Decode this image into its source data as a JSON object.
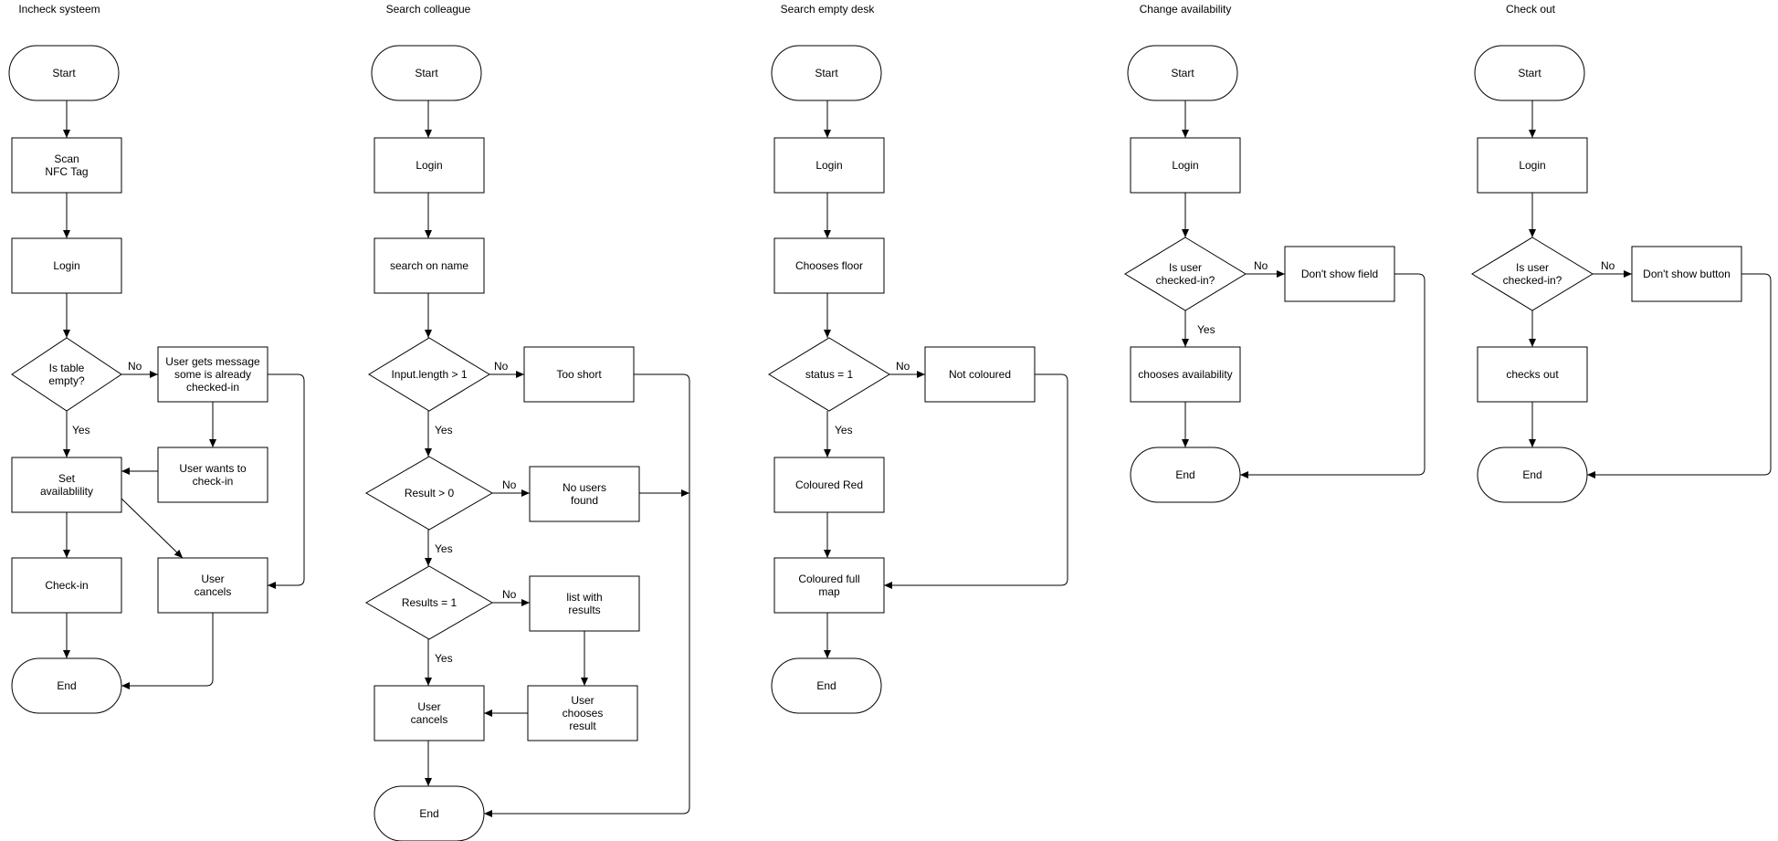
{
  "flowcharts": [
    {
      "title": "Incheck systeem",
      "nodes": {
        "start": [
          "Start"
        ],
        "scan": [
          "Scan",
          "NFC Tag"
        ],
        "login": [
          "Login"
        ],
        "table_empty": [
          "Is table",
          "empty?"
        ],
        "message": [
          "User gets message",
          "some is already",
          "checked-in"
        ],
        "wants": [
          "User wants to",
          "check-in"
        ],
        "set_avail": [
          "Set",
          "availablility"
        ],
        "checkin": [
          "Check-in"
        ],
        "cancels": [
          "User",
          "cancels"
        ],
        "end": [
          "End"
        ]
      },
      "edge_labels": {
        "no": "No",
        "yes": "Yes"
      }
    },
    {
      "title": "Search colleague",
      "nodes": {
        "start": [
          "Start"
        ],
        "login": [
          "Login"
        ],
        "search": [
          "search on name"
        ],
        "input_len": [
          "Input.length > 1"
        ],
        "too_short": [
          "Too short"
        ],
        "result_gt": [
          "Result > 0"
        ],
        "no_users": [
          "No users",
          "found"
        ],
        "results_eq": [
          "Results = 1"
        ],
        "list": [
          "list with",
          "results"
        ],
        "chooses": [
          "User",
          "chooses",
          "result"
        ],
        "cancels": [
          "User",
          "cancels"
        ],
        "end": [
          "End"
        ]
      },
      "edge_labels": {
        "no": "No",
        "yes": "Yes"
      }
    },
    {
      "title": "Search empty desk",
      "nodes": {
        "start": [
          "Start"
        ],
        "login": [
          "Login"
        ],
        "floor": [
          "Chooses floor"
        ],
        "status": [
          "status = 1"
        ],
        "not_coloured": [
          "Not coloured"
        ],
        "red": [
          "Coloured Red"
        ],
        "full_map": [
          "Coloured full",
          "map"
        ],
        "end": [
          "End"
        ]
      },
      "edge_labels": {
        "no": "No",
        "yes": "Yes"
      }
    },
    {
      "title": "Change availability",
      "nodes": {
        "start": [
          "Start"
        ],
        "login": [
          "Login"
        ],
        "checked": [
          "Is user",
          "checked-in?"
        ],
        "dont_show": [
          "Don't show field"
        ],
        "chooses": [
          "chooses availability"
        ],
        "end": [
          "End"
        ]
      },
      "edge_labels": {
        "no": "No",
        "yes": "Yes"
      }
    },
    {
      "title": "Check out",
      "nodes": {
        "start": [
          "Start"
        ],
        "login": [
          "Login"
        ],
        "checked": [
          "Is user",
          "checked-in?"
        ],
        "dont_show": [
          "Don't show button"
        ],
        "checks_out": [
          "checks out"
        ],
        "end": [
          "End"
        ]
      },
      "edge_labels": {
        "no": "No"
      }
    }
  ]
}
